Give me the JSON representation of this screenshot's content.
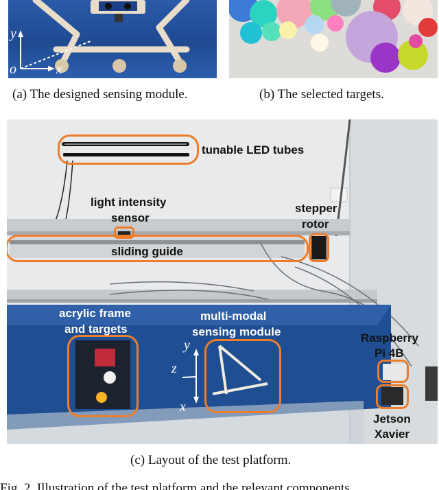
{
  "panel_a": {
    "axis_y": "y",
    "axis_o": "o",
    "axis_x": "x",
    "caption": "(a)  The designed sensing module."
  },
  "panel_b": {
    "caption": "(b)  The selected targets."
  },
  "panel_c": {
    "labels": {
      "led": "tunable LED tubes",
      "light_sensor_1": "light intensity",
      "light_sensor_2": "sensor",
      "stepper_1": "stepper",
      "stepper_2": "rotor",
      "sliding": "sliding guide",
      "acrylic_1": "acrylic frame",
      "acrylic_2": "and targets",
      "mm_1": "multi-modal",
      "mm_2": "sensing module",
      "rpi_1": "Raspberry",
      "rpi_2": "Pi 4B",
      "jetson_1": "Jetson",
      "jetson_2": "Xavier",
      "axis_y": "y",
      "axis_z": "z",
      "axis_x": "x"
    },
    "caption": "(c)  Layout of the test platform."
  },
  "figure_caption_partial": "Fig. 2.  Illustration of the test platform and the relevant components.",
  "colors": {
    "highlight": "#ee7d2b",
    "pool_blue": "#1f4e93"
  }
}
